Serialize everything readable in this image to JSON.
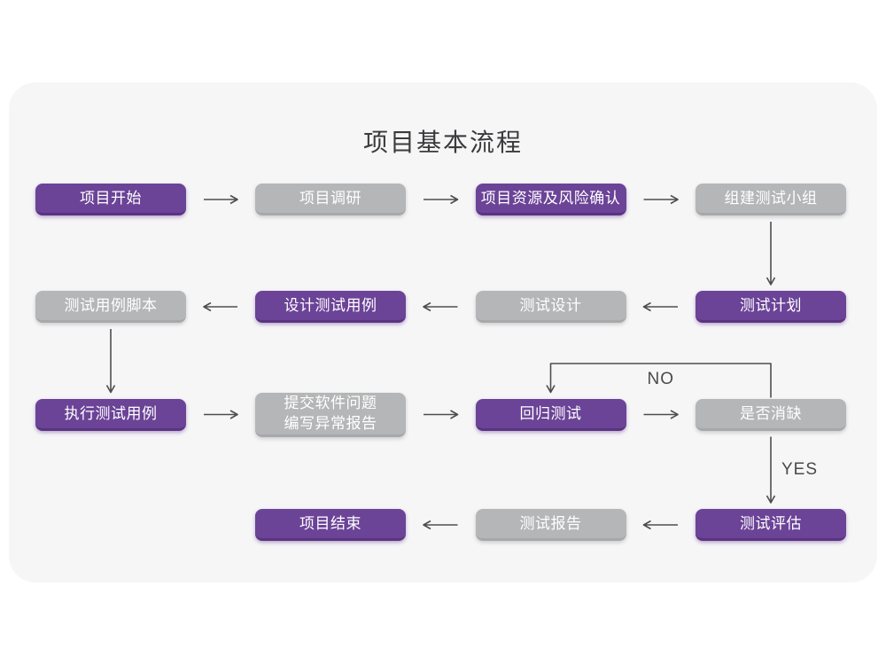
{
  "title": "项目基本流程",
  "colors": {
    "page_bg": "#ffffff",
    "card_bg": "#f6f6f7",
    "purple": "#6b4397",
    "purple_edge": "#5a3480",
    "gray": "#b5b6b7",
    "gray_edge": "#a7a8aa",
    "node_text": "#ffffff",
    "arrow": "#4e4e50",
    "title_text": "#3b3b3d",
    "edge_label_text": "#4a4a4c"
  },
  "chart_data": {
    "type": "flowchart",
    "title": "项目基本流程",
    "nodes": [
      {
        "id": "project-start",
        "label": "项目开始",
        "variant": "purple",
        "col": 0,
        "row": 0
      },
      {
        "id": "project-research",
        "label": "项目调研",
        "variant": "gray",
        "col": 1,
        "row": 0
      },
      {
        "id": "resource-risk-confirm",
        "label": "项目资源及风险确认",
        "variant": "purple",
        "col": 2,
        "row": 0
      },
      {
        "id": "build-test-team",
        "label": "组建测试小组",
        "variant": "gray",
        "col": 3,
        "row": 0
      },
      {
        "id": "test-case-script",
        "label": "测试用例脚本",
        "variant": "gray",
        "col": 0,
        "row": 1
      },
      {
        "id": "design-test-case",
        "label": "设计测试用例",
        "variant": "purple",
        "col": 1,
        "row": 1
      },
      {
        "id": "test-design",
        "label": "测试设计",
        "variant": "gray",
        "col": 2,
        "row": 1
      },
      {
        "id": "test-plan",
        "label": "测试计划",
        "variant": "purple",
        "col": 3,
        "row": 1
      },
      {
        "id": "execute-test-case",
        "label": "执行测试用例",
        "variant": "purple",
        "col": 0,
        "row": 2
      },
      {
        "id": "submit-issue-report",
        "label": [
          "提交软件问题",
          "编写异常报告"
        ],
        "variant": "gray",
        "col": 1,
        "row": 2,
        "tall": true
      },
      {
        "id": "regression-test",
        "label": "回归测试",
        "variant": "purple",
        "col": 2,
        "row": 2
      },
      {
        "id": "defect-cleared",
        "label": "是否消缺",
        "variant": "gray",
        "col": 3,
        "row": 2
      },
      {
        "id": "project-end",
        "label": "项目结束",
        "variant": "purple",
        "col": 1,
        "row": 3
      },
      {
        "id": "test-report",
        "label": "测试报告",
        "variant": "gray",
        "col": 2,
        "row": 3
      },
      {
        "id": "test-evaluate",
        "label": "测试评估",
        "variant": "purple",
        "col": 3,
        "row": 3
      }
    ],
    "edges": [
      {
        "from": "project-start",
        "to": "project-research",
        "type": "h"
      },
      {
        "from": "project-research",
        "to": "resource-risk-confirm",
        "type": "h"
      },
      {
        "from": "resource-risk-confirm",
        "to": "build-test-team",
        "type": "h"
      },
      {
        "from": "build-test-team",
        "to": "test-plan",
        "type": "v"
      },
      {
        "from": "test-plan",
        "to": "test-design",
        "type": "h"
      },
      {
        "from": "test-design",
        "to": "design-test-case",
        "type": "h"
      },
      {
        "from": "design-test-case",
        "to": "test-case-script",
        "type": "h"
      },
      {
        "from": "test-case-script",
        "to": "execute-test-case",
        "type": "v"
      },
      {
        "from": "execute-test-case",
        "to": "submit-issue-report",
        "type": "h"
      },
      {
        "from": "submit-issue-report",
        "to": "regression-test",
        "type": "h"
      },
      {
        "from": "regression-test",
        "to": "defect-cleared",
        "type": "h"
      },
      {
        "from": "defect-cleared",
        "to": "regression-test",
        "type": "loop",
        "label": "NO"
      },
      {
        "from": "defect-cleared",
        "to": "test-evaluate",
        "type": "v",
        "label": "YES"
      },
      {
        "from": "test-evaluate",
        "to": "test-report",
        "type": "h"
      },
      {
        "from": "test-report",
        "to": "project-end",
        "type": "h"
      }
    ]
  }
}
